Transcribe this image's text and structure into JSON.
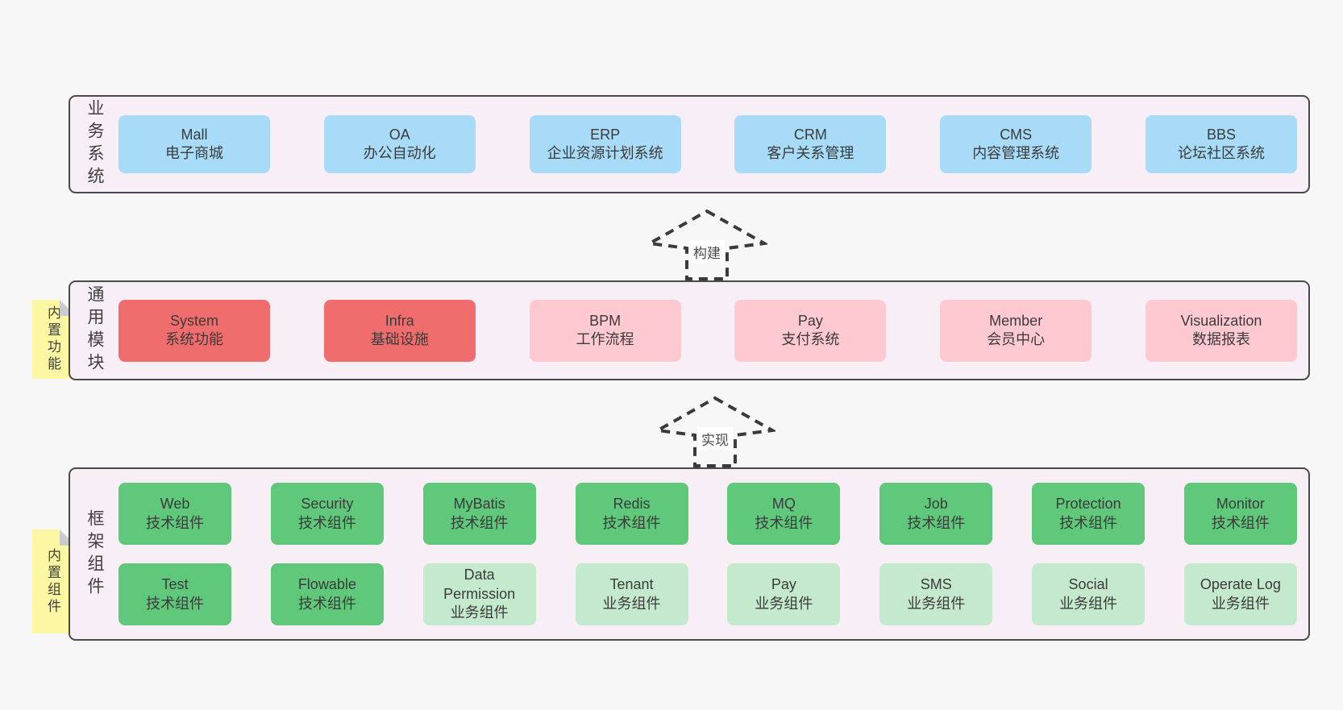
{
  "colors": {
    "page_bg": "#f7f7f7",
    "container_bg": "#f8eef6",
    "container_border": "#4a4a4a",
    "blue": "#a8dbf7",
    "red": "#f06d6d",
    "pink": "#ffc9d2",
    "green": "#5fc87a",
    "green_light": "#c5e9cc",
    "sticky_bg": "#fbf7a3",
    "sticky_fold": "#c9cbcd",
    "text": "#3f3f3f"
  },
  "arrows": [
    {
      "label": "构建"
    },
    {
      "label": "实现"
    }
  ],
  "layers": [
    {
      "label": "业务系统",
      "rows": [
        [
          {
            "name": "Mall",
            "desc": "电子商城",
            "variant": "blue"
          },
          {
            "name": "OA",
            "desc": "办公自动化",
            "variant": "blue"
          },
          {
            "name": "ERP",
            "desc": "企业资源计划系统",
            "variant": "blue"
          },
          {
            "name": "CRM",
            "desc": "客户关系管理",
            "variant": "blue"
          },
          {
            "name": "CMS",
            "desc": "内容管理系统",
            "variant": "blue"
          },
          {
            "name": "BBS",
            "desc": "论坛社区系统",
            "variant": "blue"
          }
        ]
      ]
    },
    {
      "label": "通用模块",
      "sticky": "内置功能",
      "rows": [
        [
          {
            "name": "System",
            "desc": "系统功能",
            "variant": "red"
          },
          {
            "name": "Infra",
            "desc": "基础设施",
            "variant": "red"
          },
          {
            "name": "BPM",
            "desc": "工作流程",
            "variant": "pink"
          },
          {
            "name": "Pay",
            "desc": "支付系统",
            "variant": "pink"
          },
          {
            "name": "Member",
            "desc": "会员中心",
            "variant": "pink"
          },
          {
            "name": "Visualization",
            "desc": "数据报表",
            "variant": "pink"
          }
        ]
      ]
    },
    {
      "label": "框架组件",
      "sticky": "内置组件",
      "rows": [
        [
          {
            "name": "Web",
            "desc": "技术组件",
            "variant": "green"
          },
          {
            "name": "Security",
            "desc": "技术组件",
            "variant": "green"
          },
          {
            "name": "MyBatis",
            "desc": "技术组件",
            "variant": "green"
          },
          {
            "name": "Redis",
            "desc": "技术组件",
            "variant": "green"
          },
          {
            "name": "MQ",
            "desc": "技术组件",
            "variant": "green"
          },
          {
            "name": "Job",
            "desc": "技术组件",
            "variant": "green"
          },
          {
            "name": "Protection",
            "desc": "技术组件",
            "variant": "green"
          },
          {
            "name": "Monitor",
            "desc": "技术组件",
            "variant": "green"
          }
        ],
        [
          {
            "name": "Test",
            "desc": "技术组件",
            "variant": "green"
          },
          {
            "name": "Flowable",
            "desc": "技术组件",
            "variant": "green"
          },
          {
            "name": "Data Permission",
            "desc": "业务组件",
            "variant": "green-light"
          },
          {
            "name": "Tenant",
            "desc": "业务组件",
            "variant": "green-light"
          },
          {
            "name": "Pay",
            "desc": "业务组件",
            "variant": "green-light"
          },
          {
            "name": "SMS",
            "desc": "业务组件",
            "variant": "green-light"
          },
          {
            "name": "Social",
            "desc": "业务组件",
            "variant": "green-light"
          },
          {
            "name": "Operate Log",
            "desc": "业务组件",
            "variant": "green-light"
          }
        ]
      ]
    }
  ]
}
